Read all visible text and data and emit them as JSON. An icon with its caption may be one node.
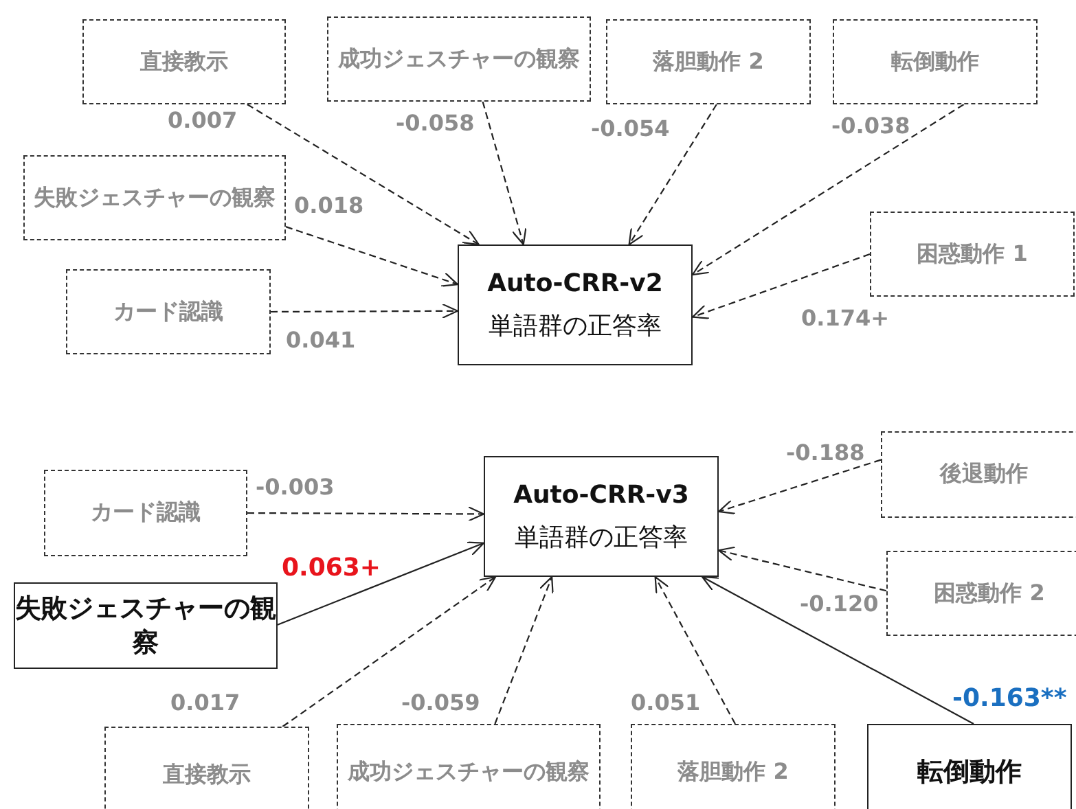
{
  "diagram": {
    "nodes": [
      {
        "text": [
          "直接教示"
        ]
      },
      {
        "text": [
          "成功ジェスチャーの観察"
        ]
      },
      {
        "text": [
          "落胆動作 2"
        ]
      },
      {
        "text": [
          "転倒動作"
        ]
      },
      {
        "text": [
          "失敗ジェスチャーの観察"
        ]
      },
      {
        "text": [
          "カード認識"
        ]
      },
      {
        "text": [
          "Auto-CRR-v2",
          "単語群の正答率"
        ]
      },
      {
        "text": [
          "困惑動作 1"
        ]
      },
      {
        "text": [
          "カード認識"
        ]
      },
      {
        "text": [
          "Auto-CRR-v3",
          "単語群の正答率"
        ]
      },
      {
        "text": [
          "後退動作"
        ]
      },
      {
        "text": [
          "失敗ジェスチャーの観察"
        ]
      },
      {
        "text": [
          "困惑動作 2"
        ]
      },
      {
        "text": [
          "直接教示"
        ]
      },
      {
        "text": [
          "成功ジェスチャーの観察"
        ]
      },
      {
        "text": [
          "落胆動作 2"
        ]
      },
      {
        "text": [
          "転倒動作"
        ]
      }
    ],
    "edges": [
      {
        "from": 0,
        "to": 6,
        "arrow": "to",
        "label": "0.007",
        "style": "dashed"
      },
      {
        "from": 1,
        "to": 6,
        "arrow": "to",
        "label": "-0.058",
        "style": "dashed"
      },
      {
        "from": 2,
        "to": 6,
        "arrow": "to",
        "label": "-0.054",
        "style": "dashed"
      },
      {
        "from": 3,
        "to": 6,
        "arrow": "to",
        "label": "-0.038",
        "style": "dashed"
      },
      {
        "from": 4,
        "to": 6,
        "arrow": "to",
        "label": "0.018",
        "style": "dashed"
      },
      {
        "from": 5,
        "to": 6,
        "arrow": "to",
        "label": "0.041",
        "style": "dashed"
      },
      {
        "from": 7,
        "to": 6,
        "arrow": "to",
        "label": "0.174+",
        "style": "dashed"
      },
      {
        "from": 8,
        "to": 9,
        "arrow": "to",
        "label": "-0.003",
        "style": "dashed"
      },
      {
        "from": 11,
        "to": 9,
        "arrow": "to",
        "label": "0.063+"
      },
      {
        "from": 10,
        "to": 9,
        "arrow": "to",
        "label": "-0.188",
        "style": "dashed"
      },
      {
        "from": 12,
        "to": 9,
        "arrow": "to",
        "label": "-0.120",
        "style": "dashed"
      },
      {
        "from": 13,
        "to": 9,
        "arrow": "to",
        "label": "0.017",
        "style": "dashed"
      },
      {
        "from": 14,
        "to": 9,
        "arrow": "to",
        "label": "-0.059",
        "style": "dashed"
      },
      {
        "from": 15,
        "to": 9,
        "arrow": "to",
        "label": "0.051",
        "style": "dashed"
      },
      {
        "from": 16,
        "to": 9,
        "arrow": "to",
        "label": "-0.163**"
      }
    ]
  }
}
